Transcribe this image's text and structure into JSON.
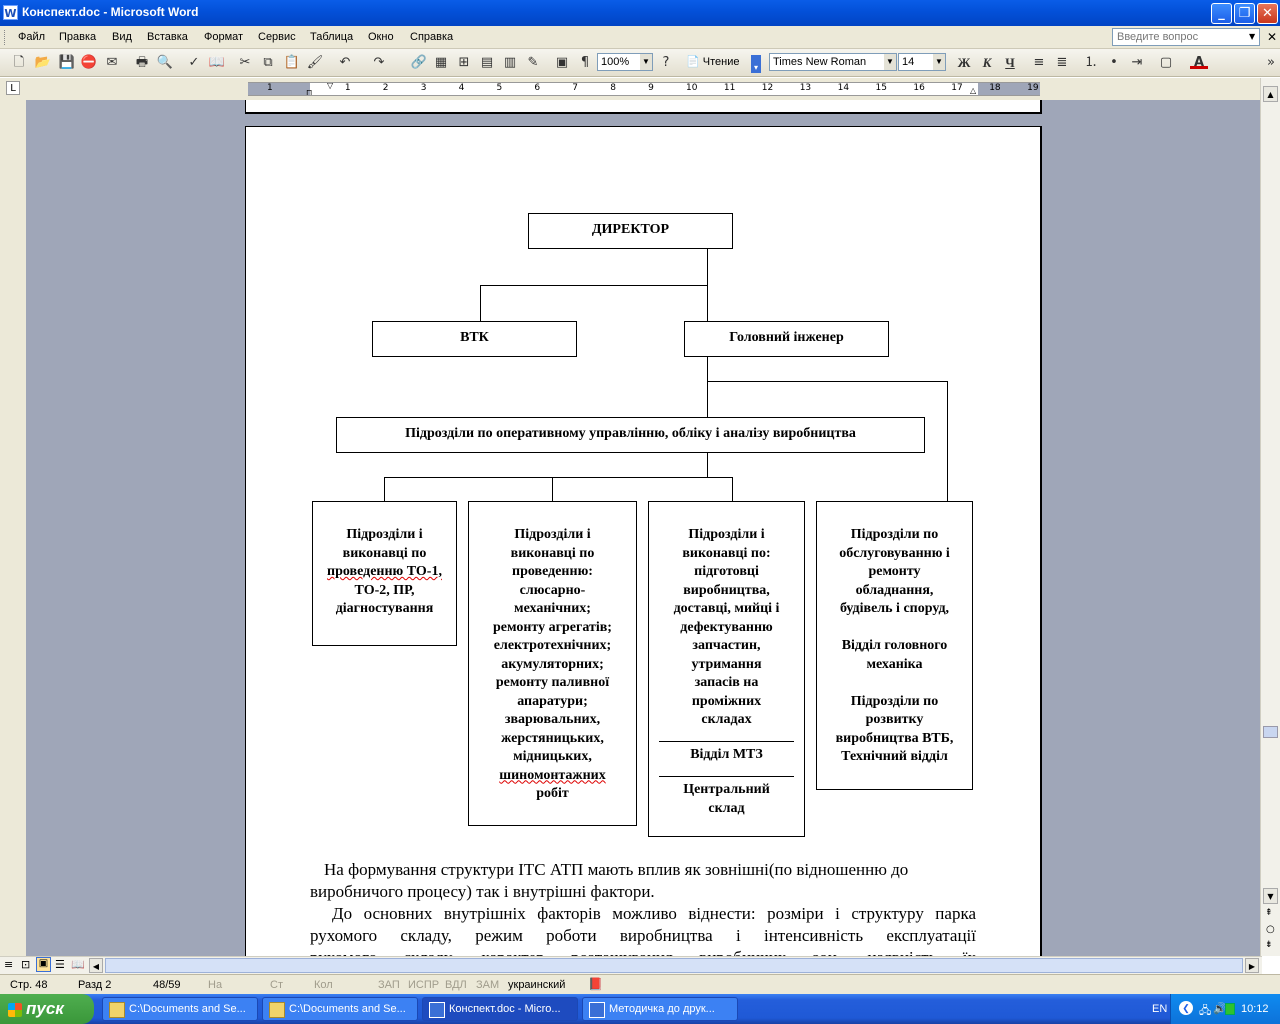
{
  "window": {
    "title": "Конспект.doc - Microsoft Word"
  },
  "menu": {
    "items": [
      "Файл",
      "Правка",
      "Вид",
      "Вставка",
      "Формат",
      "Сервис",
      "Таблица",
      "Окно",
      "Справка"
    ],
    "ask_placeholder": "Введите вопрос"
  },
  "toolbar": {
    "zoom": "100%",
    "reading_label": "Чтение",
    "font_name": "Times New Roman",
    "font_size": "14",
    "bold_label": "Ж",
    "italic_label": "К",
    "underline_label": "Ч",
    "font_color_label": "A"
  },
  "ruler": {
    "ticks": [
      "1",
      "1",
      "2",
      "3",
      "4",
      "5",
      "6",
      "7",
      "8",
      "9",
      "10",
      "11",
      "12",
      "13",
      "14",
      "15",
      "16",
      "17",
      "18",
      "19"
    ]
  },
  "diagram": {
    "director": "ДИРЕКТОР",
    "vtk": "ВТК",
    "chief_engineer": "Головний інженер",
    "operational": "Підрозділи по оперативному управлінню, обліку і аналізу виробництва",
    "col1": [
      "Підрозділи і",
      "виконавці по",
      "проведенню ТО-1,",
      "ТО-2, ПР,",
      "діагностування"
    ],
    "col2": [
      "Підрозділи і",
      "виконавці по",
      "проведенню:",
      "слюсарно-",
      "механічних;",
      "ремонту агрегатів;",
      "електротехнічних;",
      "акумуляторних;",
      "ремонту паливної",
      "апаратури;",
      "зварювальних,",
      "жерстяницьких,",
      "мідницьких,",
      "шиномонтажних",
      "робіт"
    ],
    "col3": [
      "Підрозділи і",
      "виконавці по:",
      "підготовці",
      "виробництва,",
      "доставці, мийці і",
      "дефектуванню",
      "запчастин,",
      "утримання",
      "запасів на",
      "проміжних",
      "складах"
    ],
    "col3_mtz": "Відділ МТЗ",
    "col3_store": [
      "Центральний",
      "склад"
    ],
    "col4": [
      "Підрозділи по",
      "обслуговуванню і",
      "ремонту",
      "обладнання,",
      "будівель і споруд,",
      "",
      "Відділ головного",
      "механіка",
      "",
      "Підрозділи по",
      "розвитку",
      "виробництва ВТБ,",
      "Технічний відділ"
    ]
  },
  "body": {
    "para1_line1": "На формування структури ІТС АТП мають вплив як зовнішні(по відношенню до",
    "para1_line2": "виробничого процесу) так і внутрішні фактори.",
    "para2_line1": "До основних внутрішніх факторів можливо віднести: розміри і структуру парка",
    "para2_line2": "рухомого складу, режим роботи виробництва і інтенсивність експлуатації",
    "para2_line3": "рухомого складу, характер розташування виробничих зон, наявність їх"
  },
  "status": {
    "page": "Стр. 48",
    "section": "Разд 2",
    "pages": "48/59",
    "at": "На",
    "line": "Ст",
    "col": "Кол",
    "rec": "ЗАП",
    "trk": "ИСПР",
    "ext": "ВДЛ",
    "ovr": "ЗАМ",
    "lang": "украинский"
  },
  "taskbar": {
    "start": "пуск",
    "tasks": [
      "C:\\Documents and Se...",
      "C:\\Documents and Se...",
      "Конспект.doc - Micro...",
      "Методичка до друк..."
    ],
    "lang": "EN",
    "clock": "10:12"
  }
}
